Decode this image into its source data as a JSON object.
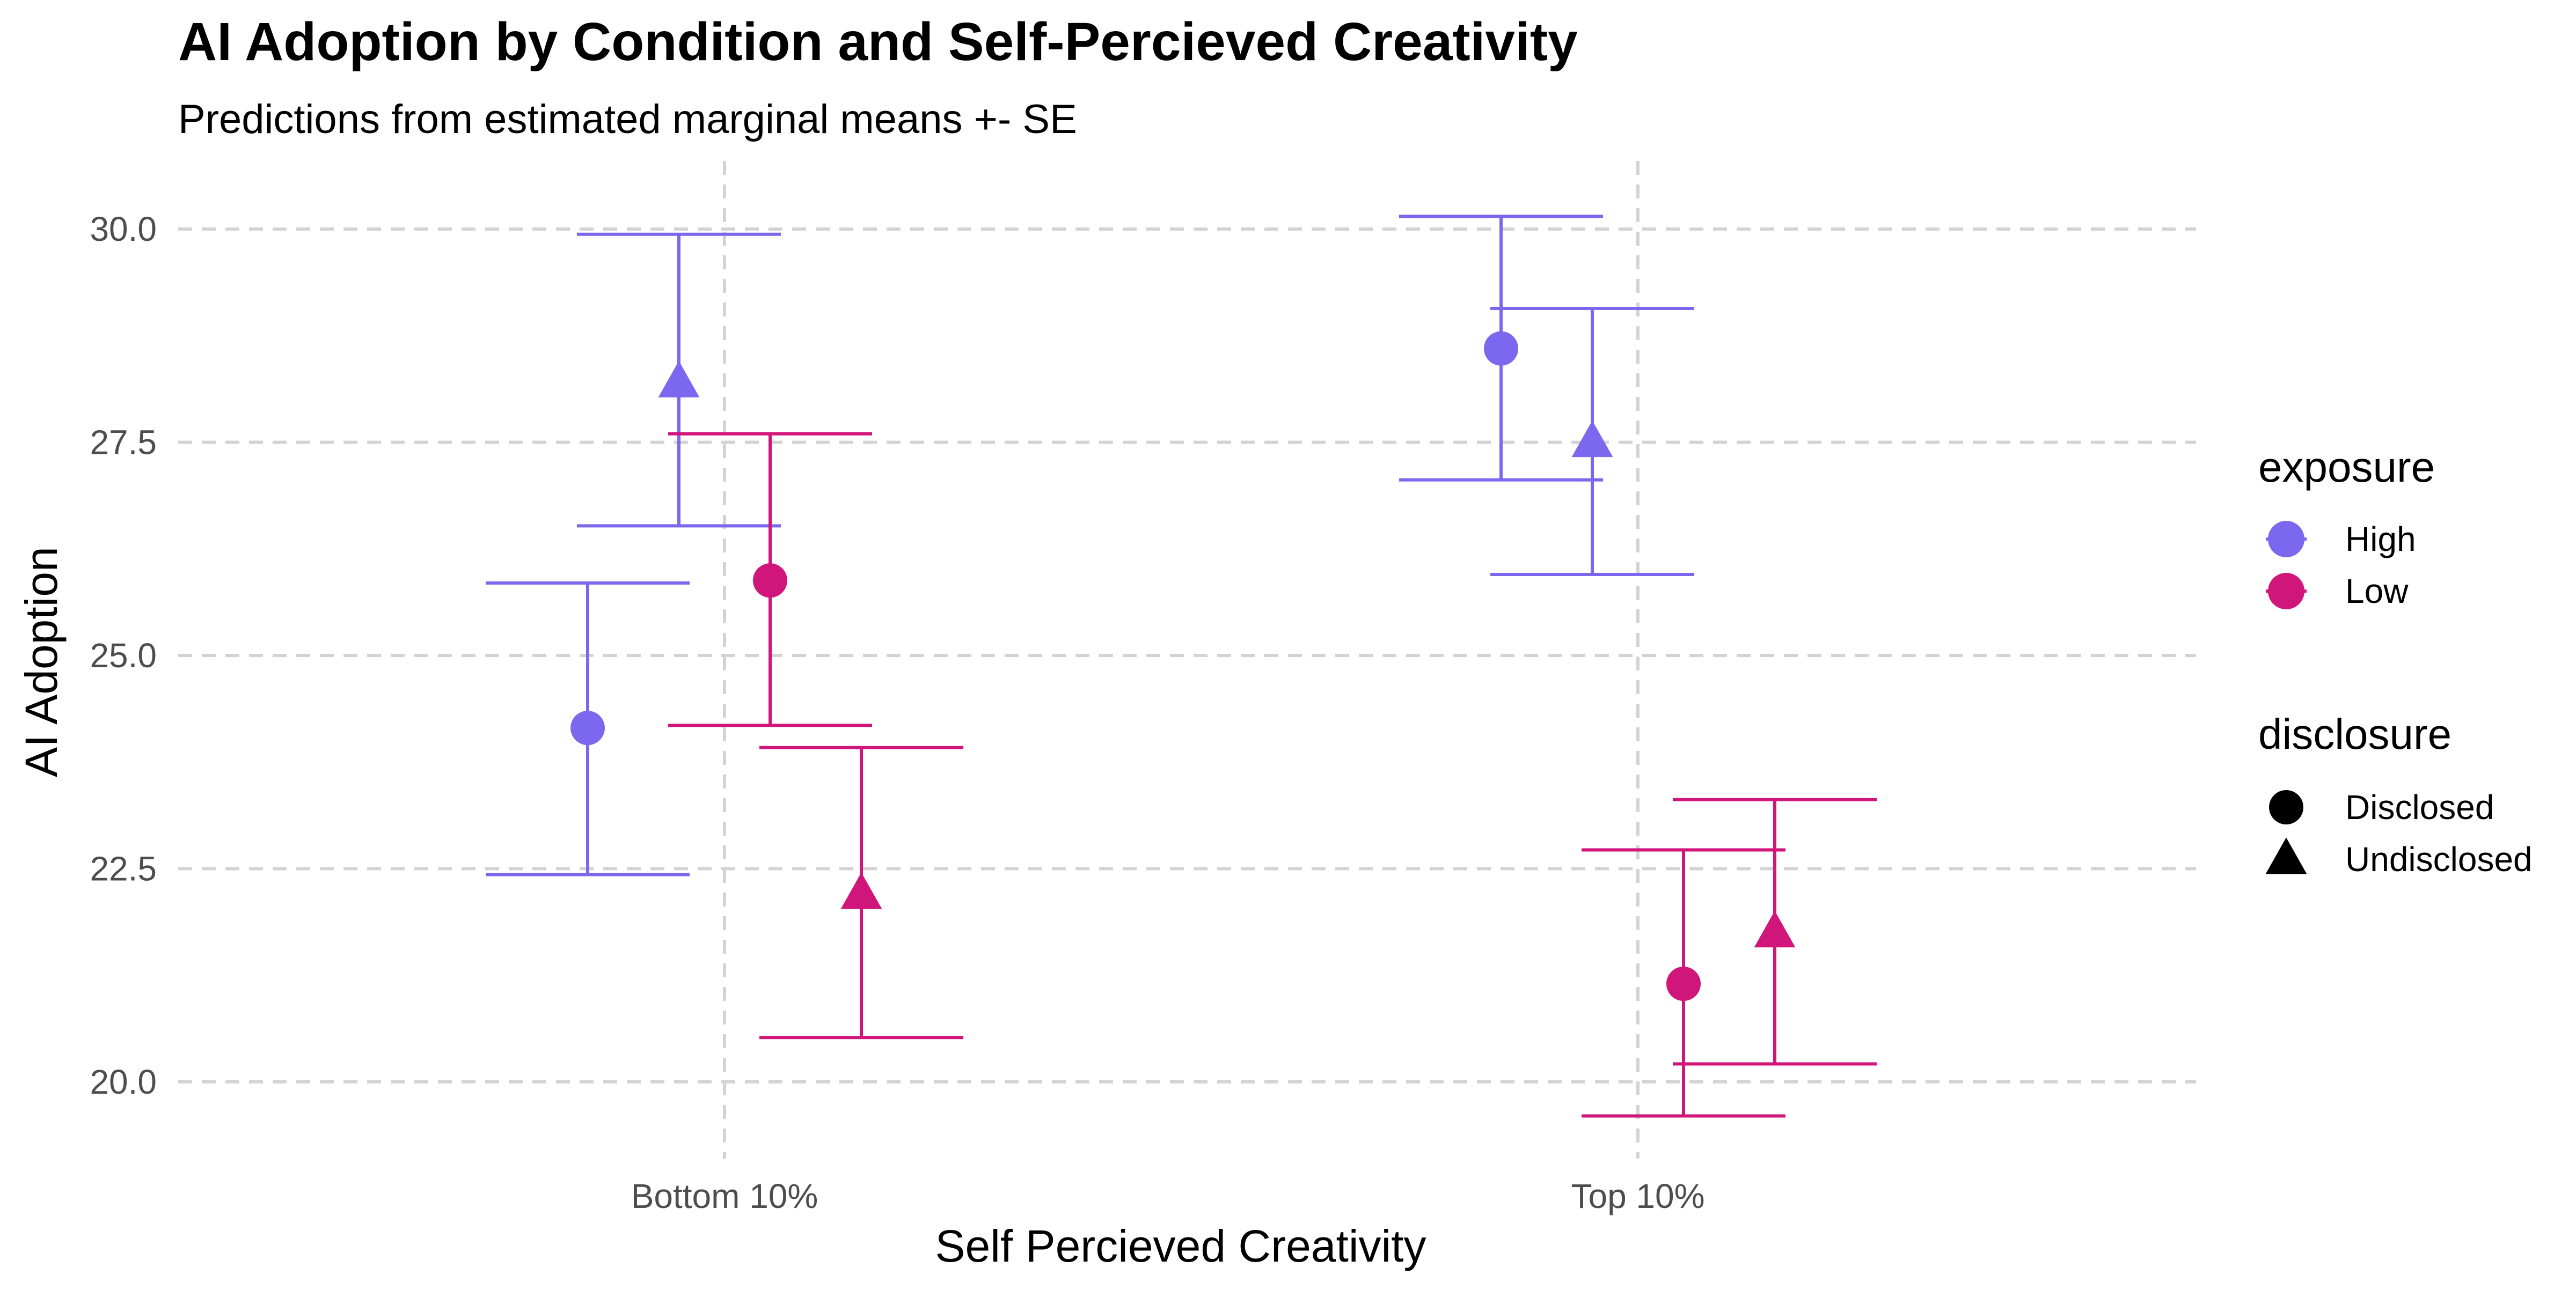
{
  "chart_data": {
    "type": "scatter",
    "title": "AI Adoption by Condition and Self-Percieved Creativity",
    "subtitle": "Predictions from estimated marginal means +- SE",
    "xlabel": "Self Percieved Creativity",
    "ylabel": "AI Adoption",
    "categories": [
      "Bottom 10%",
      "Top 10%"
    ],
    "ylim": [
      19.1,
      30.8
    ],
    "y_ticks": [
      "20.0",
      "22.5",
      "25.0",
      "27.5",
      "30.0"
    ],
    "y_tick_values": [
      20.0,
      22.5,
      25.0,
      27.5,
      30.0
    ],
    "grid": true,
    "legend_position": "right",
    "legends": {
      "exposure": {
        "title": "exposure",
        "items": [
          {
            "label": "High",
            "color": "#7B68EE"
          },
          {
            "label": "Low",
            "color": "#D0167A"
          }
        ]
      },
      "disclosure": {
        "title": "disclosure",
        "items": [
          {
            "label": "Disclosed",
            "shape": "circle"
          },
          {
            "label": "Undisclosed",
            "shape": "triangle"
          }
        ]
      }
    },
    "series": [
      {
        "exposure": "High",
        "disclosure": "Disclosed",
        "color": "#7B68EE",
        "shape": "circle",
        "points": [
          {
            "category": "Bottom 10%",
            "y": 24.15,
            "lower": 22.43,
            "upper": 25.85
          },
          {
            "category": "Top 10%",
            "y": 28.6,
            "lower": 27.06,
            "upper": 30.15
          }
        ]
      },
      {
        "exposure": "High",
        "disclosure": "Undisclosed",
        "color": "#7B68EE",
        "shape": "triangle",
        "points": [
          {
            "category": "Bottom 10%",
            "y": 28.2,
            "lower": 26.52,
            "upper": 29.94
          },
          {
            "category": "Top 10%",
            "y": 27.5,
            "lower": 25.95,
            "upper": 29.07
          }
        ]
      },
      {
        "exposure": "Low",
        "disclosure": "Disclosed",
        "color": "#D0167A",
        "shape": "circle",
        "points": [
          {
            "category": "Bottom 10%",
            "y": 25.88,
            "lower": 24.18,
            "upper": 27.6
          },
          {
            "category": "Top 10%",
            "y": 21.15,
            "lower": 19.6,
            "upper": 22.72
          }
        ]
      },
      {
        "exposure": "Low",
        "disclosure": "Undisclosed",
        "color": "#D0167A",
        "shape": "triangle",
        "points": [
          {
            "category": "Bottom 10%",
            "y": 22.2,
            "lower": 20.52,
            "upper": 23.92
          },
          {
            "category": "Top 10%",
            "y": 21.75,
            "lower": 20.21,
            "upper": 23.31
          }
        ]
      }
    ]
  }
}
